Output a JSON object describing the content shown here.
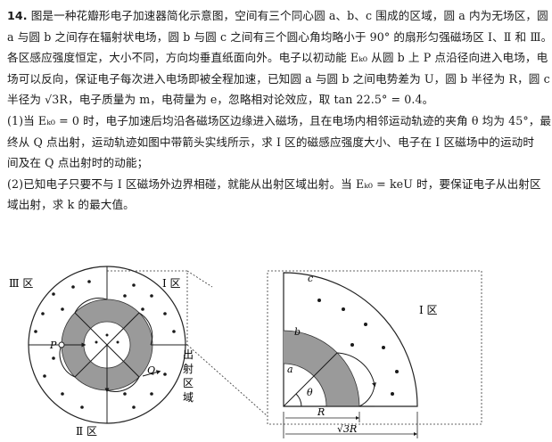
{
  "question": {
    "number": "14.",
    "lines": [
      "图是一种花瓣形电子加速器简化示意图，空间有三个同心圆 a、b、c 围成的区域，圆 a 内为无场区，圆",
      "a 与圆 b 之间存在辐射状电场，圆 b 与圆 c 之间有三个圆心角均略小于 90° 的扇形匀强磁场区 Ⅰ、Ⅱ 和 Ⅲ。",
      "各区感应强度恒定，大小不同，方向均垂直纸面向外。电子以初动能 Eₖ₀ 从圆 b 上 P 点沿径向进入电场，电",
      "场可以反向，保证电子每次进入电场即被全程加速，已知圆 a 与圆 b 之间电势差为 U，圆 b 半径为 R，圆 c",
      "半径为 √3R，电子质量为 m，电荷量为 e，忽略相对论效应，取 tan 22.5° = 0.4。"
    ],
    "part1": [
      "(1)当 Eₖ₀ = 0 时，电子加速后均沿各磁场区边缘进入磁场，且在电场内相邻运动轨迹的夹角 θ 均为 45°，最",
      "终从 Q 点出射，运动轨迹如图中带箭头实线所示，求 Ⅰ 区的磁感应强度大小、电子在 Ⅰ 区磁场中的运动时",
      "间及在 Q 点出射时的动能；"
    ],
    "part2": [
      "(2)已知电子只要不与 Ⅰ 区磁场外边界相碰，就能从出射区域出射。当 Eₖ₀ = keU 时，要保证电子从出射区",
      "域出射，求 k 的最大值。"
    ]
  },
  "figure_left": {
    "region_3": "Ⅲ 区",
    "region_1": "Ⅰ 区",
    "region_2": "Ⅱ 区",
    "point_p": "P",
    "point_q": "Q",
    "exit_label": [
      "出",
      "射",
      "区",
      "域"
    ]
  },
  "figure_right": {
    "region_1": "Ⅰ 区",
    "label_c": "c",
    "label_b": "b",
    "label_a": "a",
    "angle": "θ",
    "radius_r": "R",
    "radius_c": "√3R"
  },
  "colors": {
    "field_gray": "#9a9a9a",
    "ink": "#1a1a1a"
  }
}
